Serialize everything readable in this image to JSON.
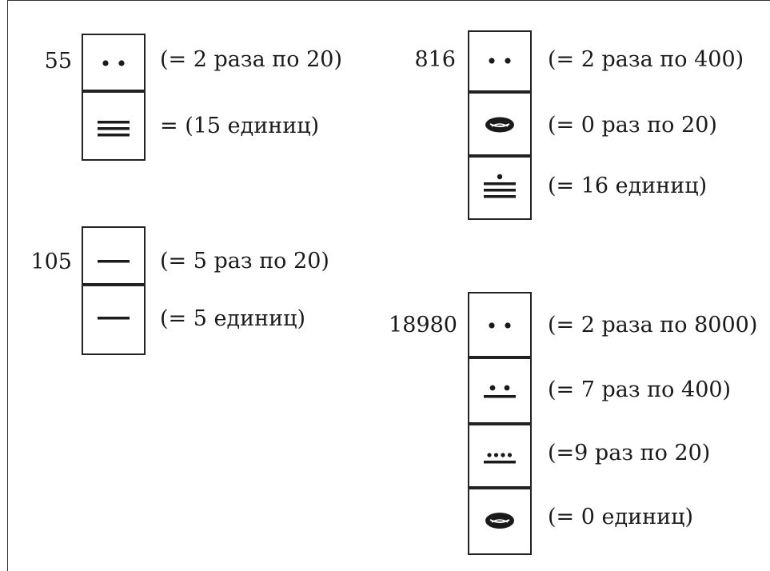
{
  "colors": {
    "ink": "#1a1a1a",
    "background": "#ffffff"
  },
  "numerals": [
    {
      "number": "55",
      "rows": [
        {
          "glyph": "two-dots",
          "label": "(= 2 раза по 20)"
        },
        {
          "glyph": "three-bars",
          "label": "= (15 единиц)"
        }
      ]
    },
    {
      "number": "105",
      "rows": [
        {
          "glyph": "one-bar",
          "label": "(= 5 раз по 20)"
        },
        {
          "glyph": "one-bar",
          "label": "(= 5 единиц)"
        }
      ]
    },
    {
      "number": "816",
      "rows": [
        {
          "glyph": "two-dots",
          "label": "(= 2 раза по 400)"
        },
        {
          "glyph": "shell",
          "label": "(= 0 раз по 20)"
        },
        {
          "glyph": "dot-over-three-bars",
          "label": "(= 16 единиц)"
        }
      ]
    },
    {
      "number": "18980",
      "rows": [
        {
          "glyph": "two-dots",
          "label": "(= 2 раза по 8000)"
        },
        {
          "glyph": "two-dots-over-bar",
          "label": "(= 7 раз по 400)"
        },
        {
          "glyph": "four-dots-over-bar",
          "label": "(=9 раз по 20)"
        },
        {
          "glyph": "shell",
          "label": "(= 0 единиц)"
        }
      ]
    }
  ]
}
